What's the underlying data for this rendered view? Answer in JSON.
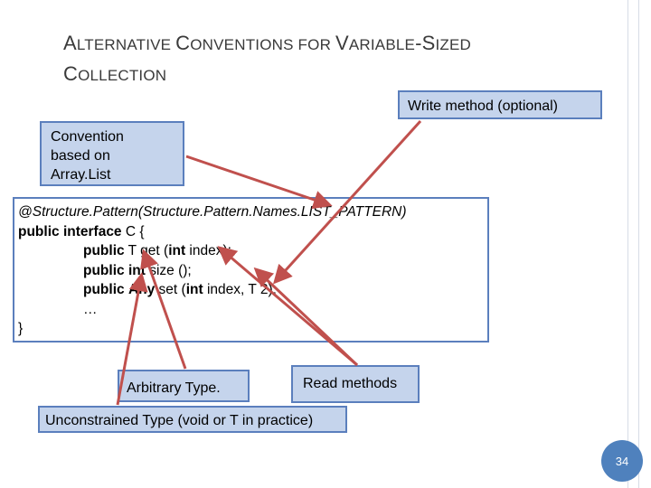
{
  "slide": {
    "title_line1": [
      {
        "text": "A",
        "size": "big"
      },
      {
        "text": "LTERNATIVE ",
        "size": "small"
      },
      {
        "text": "C",
        "size": "big"
      },
      {
        "text": "ONVENTIONS FOR ",
        "size": "small"
      },
      {
        "text": "V",
        "size": "big"
      },
      {
        "text": "ARIABLE",
        "size": "small"
      },
      {
        "text": "-S",
        "size": "big"
      },
      {
        "text": "IZED",
        "size": "small"
      }
    ],
    "title_line2": [
      {
        "text": "C",
        "size": "big"
      },
      {
        "text": "OLLECTION",
        "size": "small"
      }
    ],
    "page_number": "34"
  },
  "callouts": {
    "write_method": "Write method (optional)",
    "convention_line1": "Convention",
    "convention_line2": "based on",
    "convention_line3": "Array.List",
    "arbitrary_type": "Arbitrary Type.",
    "read_methods": "Read methods",
    "unconstrained_type": "Unconstrained Type (void or T in practice)"
  },
  "code": {
    "annotation": "@Structure.Pattern(Structure.Pattern.Names.LIST_PATTERN)",
    "line2_kw": "public interface",
    "line2_rest": " C {",
    "get_kw1": "public",
    "get_mid": " T get (",
    "get_kw2": "int",
    "get_end": " index);",
    "size_kw1": "public",
    "size_sp": " ",
    "size_kw2": "int",
    "size_end": " size ();",
    "set_kw1": "public",
    "set_sp": " ",
    "set_kw2": "Any",
    "set_mid": " set (",
    "set_kw3": "int",
    "set_end": " index, T 2);",
    "ellipsis": "…",
    "close": "}"
  },
  "colors": {
    "arrow": "#c0504d",
    "box_fill": "#c5d4ec",
    "box_border": "#5b7fbd",
    "page_badge": "#4f81bd"
  }
}
